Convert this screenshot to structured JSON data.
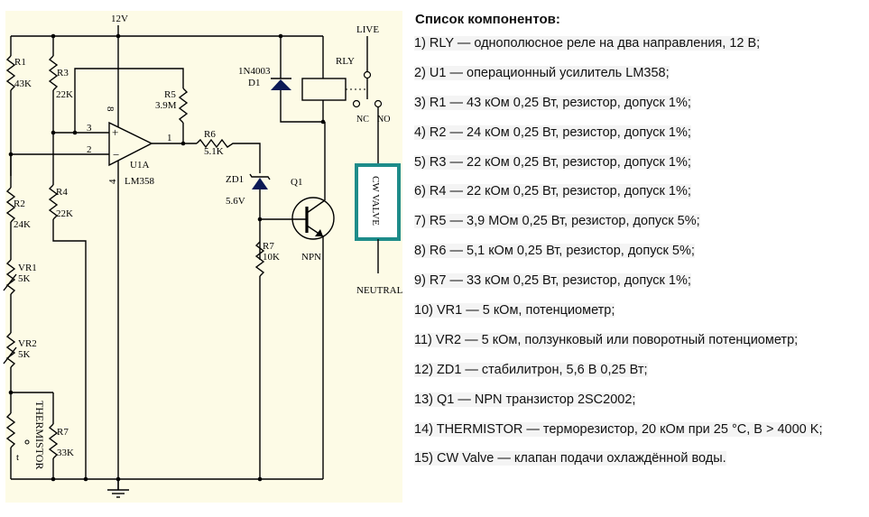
{
  "schematic": {
    "supply_label": "12V",
    "colors": {
      "background": "#fdfbe6",
      "valve_border": "#1e8c8a",
      "diode_fill": "#0c1a55",
      "wire": "#000000"
    },
    "components": {
      "R1": {
        "ref": "R1",
        "value": "43K"
      },
      "R2": {
        "ref": "R2",
        "value": "24K"
      },
      "R3": {
        "ref": "R3",
        "value": "22K"
      },
      "R4": {
        "ref": "R4",
        "value": "22K"
      },
      "R5": {
        "ref": "R5",
        "value": "3.9M"
      },
      "R6": {
        "ref": "R6",
        "value": "5.1K"
      },
      "R7_base": {
        "ref": "R7",
        "value": "10K"
      },
      "R7_therm": {
        "ref": "R7",
        "value": "33K"
      },
      "VR1": {
        "ref": "VR1",
        "value": "5K"
      },
      "VR2": {
        "ref": "VR2",
        "value": "5K"
      },
      "U1A": {
        "ref": "U1A",
        "value": "LM358",
        "pins": {
          "plus": "+",
          "minus": "−",
          "in_plus": "3",
          "in_minus": "2",
          "out": "1",
          "vcc": "8",
          "gnd": "4"
        }
      },
      "D1": {
        "ref": "D1",
        "value": "1N4003"
      },
      "ZD1": {
        "ref": "ZD1",
        "value": "5.6V"
      },
      "Q1": {
        "ref": "Q1",
        "type": "NPN"
      },
      "RLY": {
        "ref": "RLY",
        "nc": "NC",
        "no": "NO"
      },
      "thermistor": {
        "label": "THERMISTOR",
        "t": "t"
      },
      "valve": {
        "label": "CW VALVE"
      }
    },
    "mains": {
      "live": "LIVE",
      "neutral": "NEUTRAL"
    }
  },
  "component_list": {
    "title": "Список компонентов:",
    "items": [
      "1) RLY — однополюсное реле на два направления, 12 В;",
      "2) U1 — операционный усилитель LM358;",
      "3) R1 — 43 кОм 0,25 Вт, резистор, допуск 1%;",
      "4) R2 — 24 кОм 0,25 Вт, резистор, допуск 1%;",
      "5) R3 — 22 кОм 0,25 Вт, резистор, допуск 1%;",
      "6) R4 — 22 кОм 0,25 Вт, резистор, допуск 1%;",
      "7) R5 — 3,9 МОм 0,25 Вт, резистор, допуск 5%;",
      "8) R6 — 5,1 кОм 0,25 Вт, резистор, допуск 5%;",
      "9) R7 — 33 кОм 0,25 Вт, резистор, допуск 1%;",
      "10) VR1 — 5 кОм, потенциометр;",
      "11) VR2 — 5 кОм, ползунковый или поворотный потенциометр;",
      "12) ZD1 — стабилитрон, 5,6 В 0,25 Вт;",
      "13) Q1 — NPN транзистор 2SC2002;",
      "14) THERMISTOR — терморезистор, 20 кОм при 25 °C, B > 4000 K;",
      "15) CW Valve — клапан подачи охлаждённой воды."
    ]
  }
}
